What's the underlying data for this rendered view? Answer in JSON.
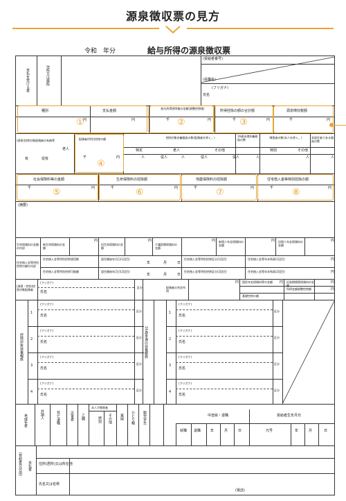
{
  "header": {
    "title": "源泉徴収票の見方",
    "accent": "#e8a530"
  },
  "form": {
    "era": "令和",
    "year_label": "年分",
    "title": "給与所得の源泉徴収票",
    "recipient_label": "支払を受ける者",
    "address_label": "住所又は居所",
    "beneficiary_no": "(受給者番号)",
    "job_label": "(役職名)",
    "name_label": "氏名",
    "furigana": "(フリガナ)",
    "types_label": "種別",
    "pay_label": "支払金額",
    "after_deduction_label": "給与所得控除後の金額(調整控除後)",
    "total_deduction_label": "所得控除の額の合計額",
    "withholding_label": "源泉徴収税額",
    "yen": "円",
    "sen": "千",
    "spouse_section": "(源泉)控除対象配偶者の有無等",
    "elderly": "老人",
    "yes": "有",
    "subordinate": "従有",
    "spouse_special": "配偶者(特別)控除の額",
    "dependents": "控除対象扶養親族の数(配偶者を除く。)",
    "special": "特定",
    "elderly2": "老人",
    "other": "その他",
    "person": "人",
    "subordinate_person": "従人",
    "under16": "16歳未満扶養親族の数",
    "disabled": "障害者の数(本人を除く。)",
    "special2": "特別",
    "other2": "その他",
    "nonresident": "非居住者である親族の数",
    "social_insurance": "社会保険料等の金額",
    "life_insurance": "生命保険料の控除額",
    "earthquake": "地震保険料の控除額",
    "housing_loan": "住宅借入金等特別控除の額",
    "remarks": "(摘要)",
    "life_breakdown": [
      "新生命保険料の金額",
      "旧生命保険料の金額",
      "介護医療保険料の金額",
      "新個人年金保険料の金額",
      "旧個人年金保険料の金額"
    ],
    "life_breakdown_title": "生命保険料の金額の内訳",
    "housing_breakdown_title": "住宅借入金等特別控除の額の内訳",
    "housing_items": [
      "住宅借入金等特別控除適用数",
      "居住開始年月日(1回目)",
      "住宅借入金等特別控除区分(1回目)",
      "住宅借入金等年末残高(1回目)",
      "住宅借入金等特別控除可能額",
      "居住開始年月日(2回目)",
      "住宅借入金等特別控除区分(2回目)",
      "住宅借入金等年末残高(2回目)"
    ],
    "ymd": [
      "年",
      "月",
      "日"
    ],
    "spouse_source": "(源泉・特別)控除対象配偶者",
    "ku_bun": "区分",
    "spouse_total": "配偶者の合計所得",
    "national_pension": "国民年金保険料等の金額",
    "old_pension": "旧長期損害保険料の金額",
    "basic_deduction": "基礎控除の額",
    "income_adjust": "所得金額調整控除額",
    "dependents_left": "控除対象扶養親族",
    "under16_mid": "16歳未満の扶養親族",
    "dep_nums": [
      "1",
      "2",
      "3",
      "4"
    ],
    "bottom_cols": [
      "未成年者",
      "外国人",
      "死亡退職",
      "災害者",
      "乙欄",
      "本人が障害者",
      "特別",
      "その他",
      "寡婦",
      "ひとり親",
      "勤労学生"
    ],
    "change_label": "中途就・退職",
    "employ": "就職",
    "retire": "退職",
    "year": "年",
    "month": "月",
    "day": "日",
    "birthdate_label": "受給者生年月日",
    "gengo": "元号",
    "payer_label": "支払者",
    "payer_address": "住所(居所)又は所在地",
    "payer_name": "氏名又は名称",
    "phone": "(電話)",
    "side_note": "(受給者交付用)",
    "badges": [
      "①",
      "②",
      "③",
      "④",
      "⑤",
      "⑥",
      "⑦",
      "⑧"
    ]
  }
}
